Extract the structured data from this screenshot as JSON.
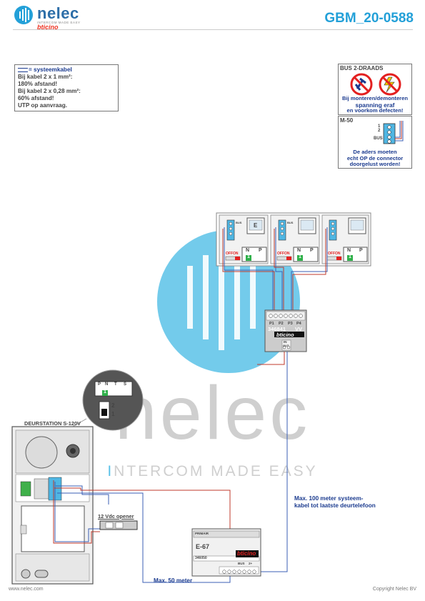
{
  "header": {
    "brand": "nelec",
    "tagline": "INTERCOM MADE EASY",
    "sub_brand": "bticino",
    "doc_id": "GBM_20-0588"
  },
  "legend": {
    "title": "= systeemkabel",
    "lines": [
      "Bij kabel 2 x 1 mm²:",
      "180% afstand!",
      "Bij kabel 2 x 0,28 mm²:",
      "60% afstand!",
      "UTP op aanvraag."
    ]
  },
  "bus_box": {
    "title": "BUS 2-DRAADS",
    "warning": [
      "Bij monteren/demonteren",
      "spanning eraf",
      "en voorkom defecten!"
    ]
  },
  "m50_box": {
    "title": "M-50",
    "terminal_labels": [
      "1",
      "2",
      "BUS"
    ],
    "note": [
      "De aders moeten",
      "echt OP de connector",
      "doorgelust worden!"
    ]
  },
  "monitors": {
    "screen_letter": "E",
    "switch_label": "OFF",
    "switch_on": "ON",
    "col_n": "N",
    "col_p": "P",
    "address": "1",
    "terminal_labels": [
      "BUS",
      "BUS"
    ]
  },
  "distributor": {
    "ports": [
      "P1",
      "P2",
      "P3",
      "P4"
    ],
    "code": "346841",
    "suffix": "VV",
    "brand": "bticino",
    "in_label": "IN",
    "out_label": "OUT"
  },
  "door_station": {
    "title": "DEURSTATION S-120V",
    "zoom_labels": [
      "P",
      "N",
      "T",
      "S"
    ],
    "zoom_address": "1",
    "jumper_labels": [
      "2",
      "1"
    ]
  },
  "opener": {
    "label": "12 Vdc opener"
  },
  "power_supply": {
    "header": "PRIMAIR",
    "model": "E-67",
    "code": "346050",
    "brand": "bticino",
    "terminal_labels": [
      "BUS",
      "2+"
    ]
  },
  "notes": {
    "max_100": [
      "Max. 100 meter systeem-",
      "kabel tot laatste deurtelefoon"
    ],
    "max_50": "Max. 50 meter"
  },
  "watermark": {
    "big": "nelec",
    "small_accent": "I",
    "small_rest": "NTERCOM MADE EASY"
  },
  "footer": {
    "left": "www.nelec.com",
    "right": "Copyright Nelec BV"
  },
  "colors": {
    "brand_blue": "#2d6ea8",
    "accent": "#23a0d8",
    "watermark_blue": "#5bc2e8",
    "warning_red": "#e32020",
    "cable_blue": "#3b5fb5",
    "cable_red": "#c0392b"
  }
}
